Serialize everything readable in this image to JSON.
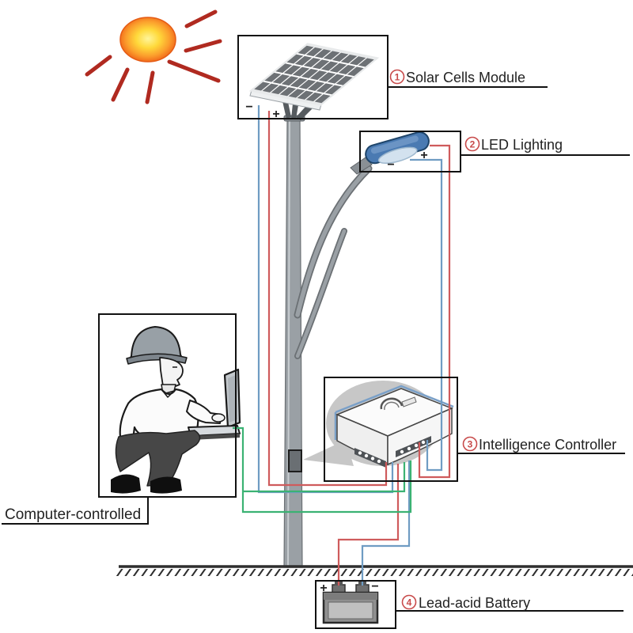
{
  "labels": {
    "solar": {
      "num": "1",
      "text": "Solar Cells Module"
    },
    "led": {
      "num": "2",
      "text": "LED Lighting"
    },
    "controller": {
      "num": "3",
      "text": "Intelligence Controller"
    },
    "battery": {
      "num": "4",
      "text": "Lead-acid Battery"
    },
    "computer": {
      "text": "Computer-controlled"
    }
  },
  "marks": {
    "panel": {
      "minus": "−",
      "plus": "+"
    },
    "led": {
      "plus": "+",
      "minus": "−"
    },
    "battery": {
      "plus": "+",
      "minus": "−"
    }
  },
  "colors": {
    "wire_red": "#cf5b5c",
    "wire_blue": "#6f9cc3",
    "wire_green": "#3bb273",
    "label_accent": "#c84b4b",
    "text": "#222222",
    "sun_ray": "#b02a20",
    "box_border": "#111111",
    "pole_gray": "#9aa0a5"
  }
}
